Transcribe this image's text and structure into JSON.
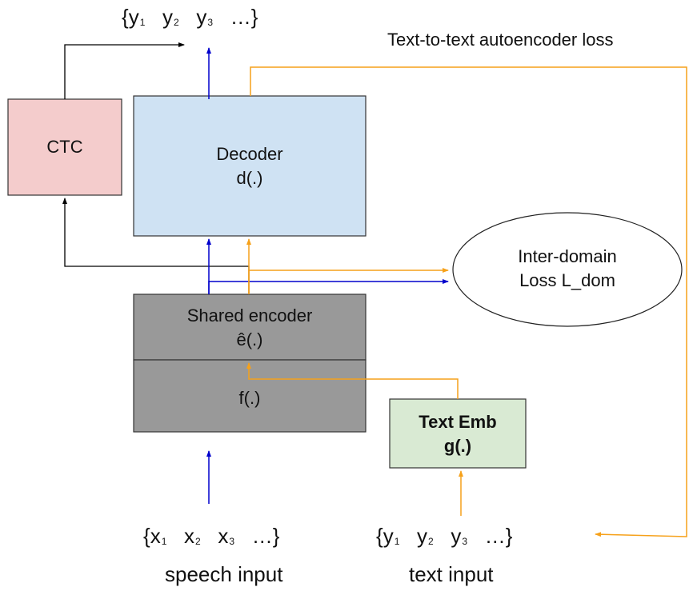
{
  "output_seq": {
    "open": "{",
    "items": [
      {
        "v": "y",
        "s": "1"
      },
      {
        "v": "y",
        "s": "2"
      },
      {
        "v": "y",
        "s": "3"
      }
    ],
    "ellipsis": "…",
    "close": "}"
  },
  "speech_seq": {
    "open": "{",
    "items": [
      {
        "v": "x",
        "s": "1"
      },
      {
        "v": "x",
        "s": "2"
      },
      {
        "v": "x",
        "s": "3"
      }
    ],
    "ellipsis": "…",
    "close": "}"
  },
  "text_seq": {
    "open": "{",
    "items": [
      {
        "v": "y",
        "s": "1"
      },
      {
        "v": "y",
        "s": "2"
      },
      {
        "v": "y",
        "s": "3"
      }
    ],
    "ellipsis": "…",
    "close": "}"
  },
  "labels": {
    "autoencoder_loss": "Text-to-text autoencoder loss",
    "speech_input": "speech input",
    "text_input": "text input"
  },
  "boxes": {
    "ctc": {
      "line1": "CTC"
    },
    "decoder": {
      "line1": "Decoder",
      "line2": "d(.)"
    },
    "shared_encoder": {
      "line1": "Shared encoder",
      "line2": "ê(.)"
    },
    "f": {
      "line1": "f(.)"
    },
    "text_emb": {
      "line1": "Text Emb",
      "line2": "g(.)"
    },
    "inter_domain": {
      "line1": "Inter-domain",
      "line2": "Loss L_dom"
    }
  },
  "colors": {
    "ctc_fill": "#f4cccc",
    "decoder_fill": "#cfe2f3",
    "encoder_fill": "#999999",
    "text_emb_fill": "#d9ead3",
    "speech_arrow": "#0000cc",
    "text_arrow": "#f6a11a",
    "ctc_arrow": "#000000"
  }
}
